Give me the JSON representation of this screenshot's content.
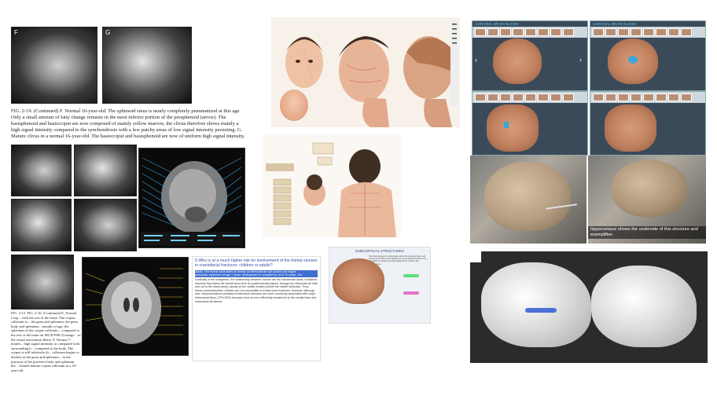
{
  "fig1": {
    "panel_f_label": "F",
    "panel_g_label": "G",
    "caption": "FIG. 2-19. (Continued) F. Normal 10-year-old. The sphenoid sinus is nearly completely pneumatized at this age. Only a small amount of fatty change remains in the most inferior portion of the presphenoid (arrow). The basisphenoid and basiocciput are now composed of mainly yellow marrow, the clivus therefore shows mainly a high signal intensity compared to the synchondrosis with a few patchy areas of low signal intensity persisting. G. Mature clivus in a normal 16-year-old. The basiocciput and basisphenoid are now of uniform high signal intensity."
  },
  "fig2": {
    "caption": "FIG. 2-15. FIG. 2-16. (Continued) E. Normal Corp... with the rest of the brain. The corpus callosum is... the genu and splenium, the genu body and splenium... months of age, the splenium of the corpus callosum... compared to the rest of the brain on MI (8-FSE-2) image... in the visual association fibers. F. Normal 7-month... high signal intensity as compared with surrounding b... compared to the body. The corpus is still relatively th... callosum begins to thicken in the genu and splenium... in the junction of the posterior body and splenium the... formed mature corpus callosum in a 10-year-old."
  },
  "question_slide": {
    "title": "5.Who is at a much higher risk for involvement of the frontal sinuses in craniofacial fractures: children or adults?",
    "line1": "Adults. The frontal sinus starts as merely an ethmoidal air cell at birth and begins",
    "line2": "pneumatic expansion at age 7 years: development is complete by 18 to 20 years. The",
    "body": "continuity of the midsystem, the relationship between volume are the nasofrontal ducts, a bilateral structure that drains the frontal sinus from its posteromedial aspect, through the ethmoidal air cells and out to the nasal cavity, usually at the middle meatus (below the middle turbinate). Thus, before pneumatization, children are not susceptible to frontal sinus fractures. However, although rare, nonpneumatized pediatric frontal sinus fractures are more commonly associated with major intracranial injury (70%-83%) because force is more efficiently transferred to the cranial base and intracranial structures."
  },
  "subcortical": {
    "title": "SUBCORTICAL STRUCTURES",
    "text": "The hippocampus is tucked deep within the temporal lobe, and serves as the floor of the lateral horn of the lateral ventricle. The amygdala is located just anterolateral and medial to the hippocampus."
  },
  "coronal": {
    "title": "CORONAL BRAIN SLICES"
  },
  "dissection": {
    "caption": "hippocampus shows the underside of this structure and exemplifies"
  },
  "icons": {
    "prev": "‹",
    "next": "›"
  }
}
